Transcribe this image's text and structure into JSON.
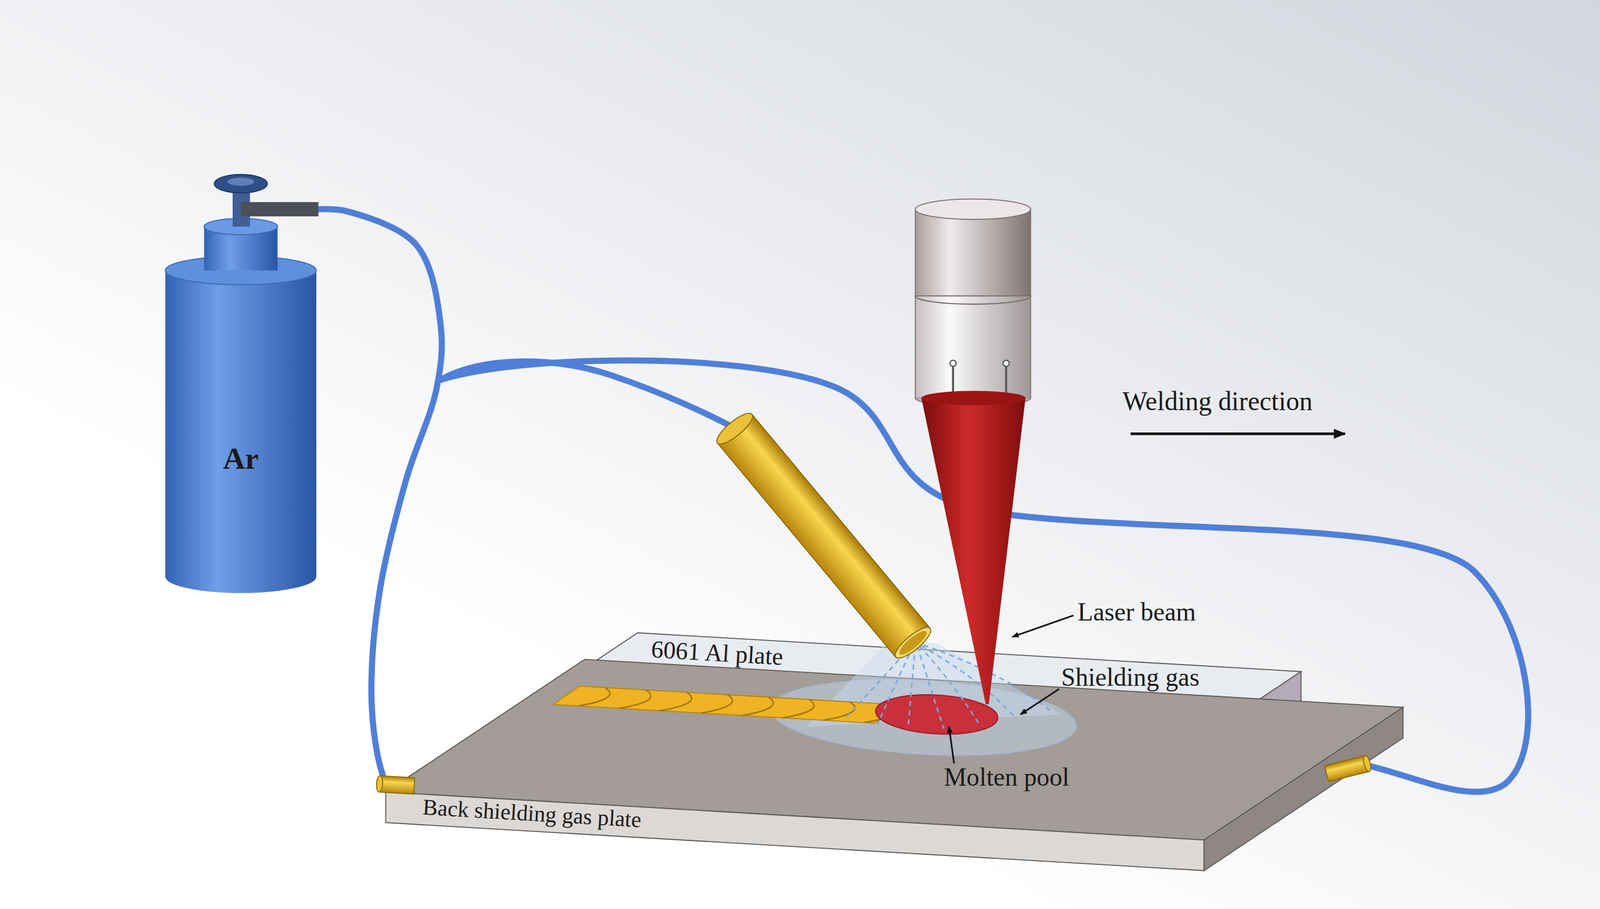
{
  "diagram": {
    "nodes": [
      {
        "text": [
          "Ar"
        ]
      },
      {
        "text": [
          "6061 Al plate"
        ]
      },
      {
        "text": [
          "6061 Al plate"
        ]
      },
      {
        "text": [
          "Back shielding gas plate"
        ]
      }
    ],
    "edges": [
      {
        "from": 0,
        "to": 3,
        "arrow": "none"
      }
    ],
    "labels": [
      "Welding direction",
      "Laser beam",
      "Shielding gas",
      "Molten pool"
    ]
  }
}
